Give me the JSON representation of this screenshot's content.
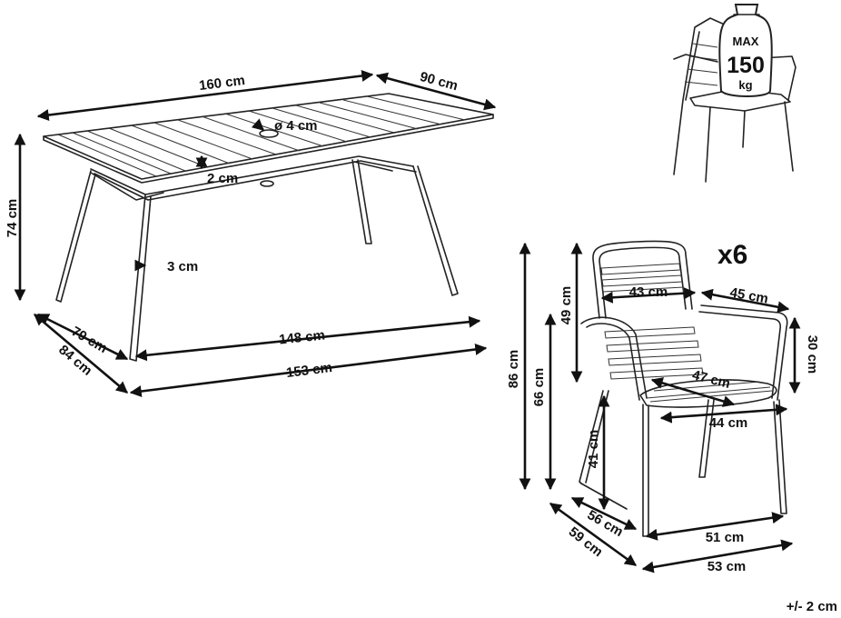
{
  "table": {
    "length_top": "160 cm",
    "width_top": "90 cm",
    "hole_diameter": "ø 4 cm",
    "frame_depth": "2 cm",
    "leg_width": "3 cm",
    "height": "74 cm",
    "depth_inner": "79 cm",
    "depth_outer": "84 cm",
    "length_inner": "148 cm",
    "length_outer": "153 cm"
  },
  "max_load": {
    "line1": "MAX",
    "line2": "150",
    "line3": "kg"
  },
  "chair": {
    "quantity": "x6",
    "back_width": "43 cm",
    "arm_length": "45 cm",
    "back_height": "49 cm",
    "arm_height": "30 cm",
    "total_height": "86 cm",
    "arm_floor_height": "66 cm",
    "seat_depth": "47 cm",
    "seat_width": "44 cm",
    "seat_height": "41 cm",
    "depth_inner": "56 cm",
    "depth_outer": "59 cm",
    "width_inner": "51 cm",
    "width_outer": "53 cm"
  },
  "tolerance": "+/- 2 cm",
  "icons": {
    "arrowheads": "arrowhead",
    "weight": "weight-icon"
  }
}
